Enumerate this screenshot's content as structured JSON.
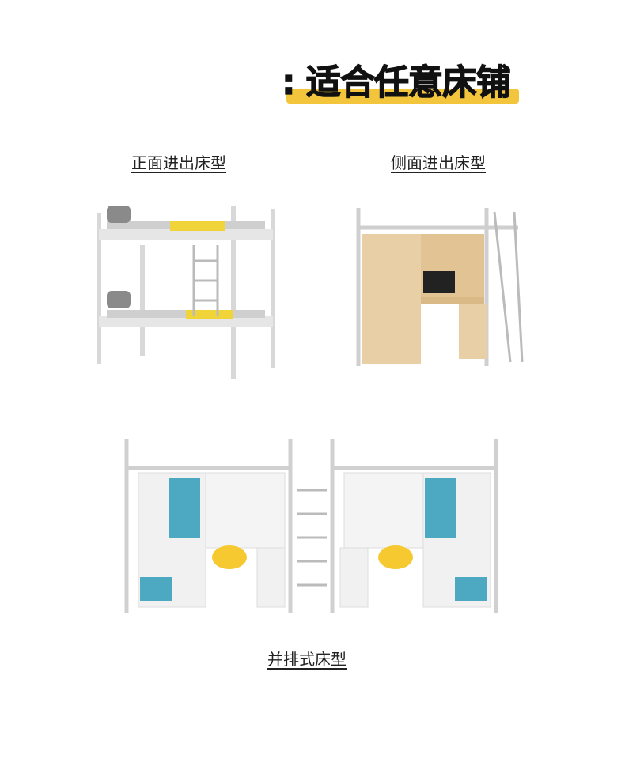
{
  "header": {
    "title": ": 适合任意床铺",
    "accent_color": "#f2c53d"
  },
  "types": [
    {
      "label": "正面进出床型"
    },
    {
      "label": "侧面进出床型"
    },
    {
      "label": "并排式床型"
    }
  ]
}
